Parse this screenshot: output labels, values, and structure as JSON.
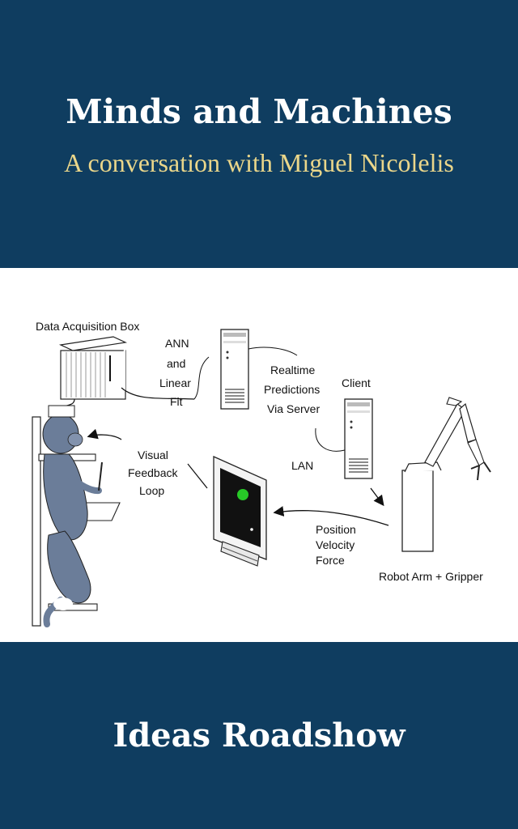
{
  "cover": {
    "title": "Minds and Machines",
    "subtitle": "A conversation with Miguel Nicolelis",
    "series_name": "Ideas Roadshow",
    "colors": {
      "background": "#0f3d60",
      "title": "#ffffff",
      "subtitle": "#ead68a",
      "figure_bg": "#ffffff",
      "monkey": "#6b7d99"
    }
  },
  "diagram": {
    "labels": {
      "data_acquisition": "Data Acquisition Box",
      "ann_1": "ANN",
      "ann_2": "and",
      "ann_3": "Linear",
      "ann_4": "Fit",
      "realtime_1": "Realtime",
      "realtime_2": "Predictions",
      "realtime_3": "Via Server",
      "client": "Client",
      "lan": "LAN",
      "visual_1": "Visual",
      "visual_2": "Feedback",
      "visual_3": "Loop",
      "pvf_1": "Position",
      "pvf_2": "Velocity",
      "pvf_3": "Force",
      "robot": "Robot Arm + Gripper"
    },
    "icons": [
      "data-acquisition-box-icon",
      "server-tower-icon",
      "client-tower-icon",
      "monitor-icon",
      "robot-arm-icon",
      "monkey-icon"
    ]
  }
}
